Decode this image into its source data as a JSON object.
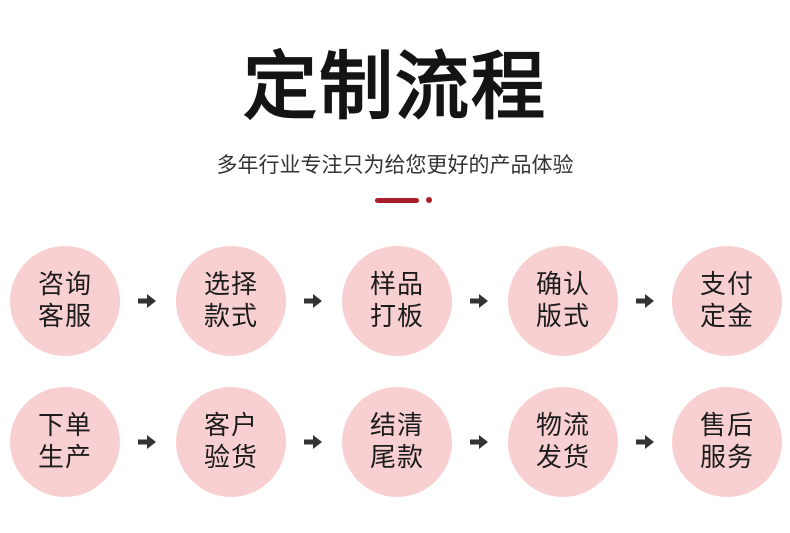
{
  "header": {
    "title": "定制流程",
    "subtitle": "多年行业专注只为给您更好的产品体验"
  },
  "colors": {
    "accent": "#a81e2a",
    "circle": "#f9d0d2",
    "arrow": "#333333"
  },
  "rows": [
    {
      "steps": [
        {
          "label": "咨询客服"
        },
        {
          "label": "选择款式"
        },
        {
          "label": "样品打板"
        },
        {
          "label": "确认版式"
        },
        {
          "label": "支付定金"
        }
      ]
    },
    {
      "steps": [
        {
          "label": "下单生产"
        },
        {
          "label": "客户验货"
        },
        {
          "label": "结清尾款"
        },
        {
          "label": "物流发货"
        },
        {
          "label": "售后服务"
        }
      ]
    }
  ],
  "arrow_icon": "right-arrow-icon"
}
